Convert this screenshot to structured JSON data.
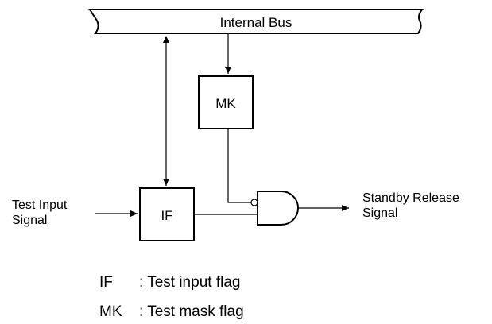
{
  "diagram": {
    "bus_label": "Internal Bus",
    "mk_label": "MK",
    "if_label": "IF",
    "input_label_line1": "Test Input",
    "input_label_line2": "Signal",
    "output_label_line1": "Standby Release",
    "output_label_line2": "Signal"
  },
  "legend": {
    "if_key": "IF",
    "if_desc": ": Test input flag",
    "mk_key": "MK",
    "mk_desc": ": Test mask flag"
  }
}
